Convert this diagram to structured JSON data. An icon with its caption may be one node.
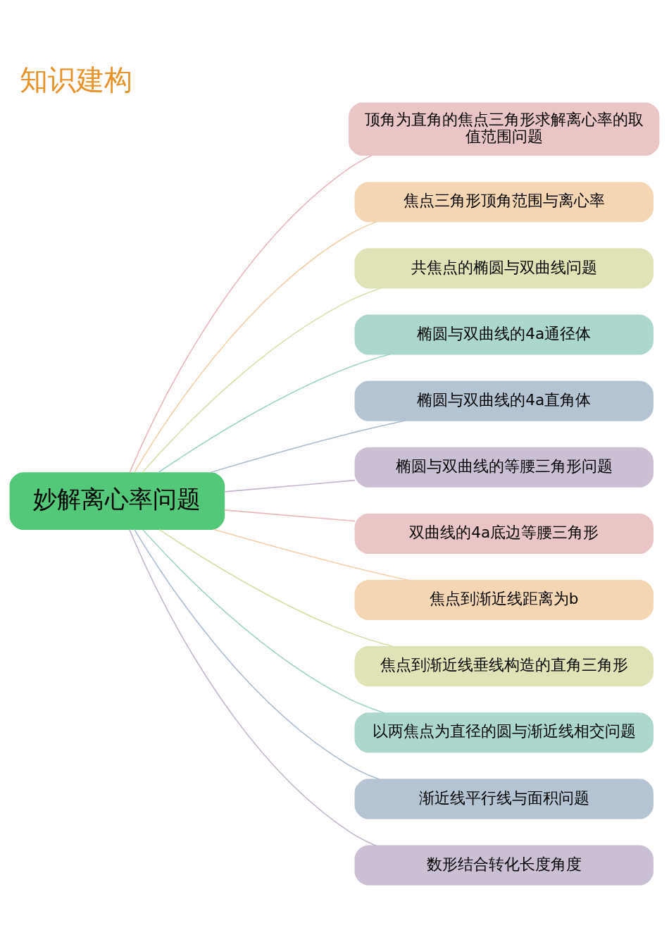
{
  "diagram": {
    "title": "知识建构",
    "nodes": [
      {
        "text": [
          "妙解离心率问题"
        ]
      },
      {
        "text": [
          "顶角为直角的焦点三角形求解离心率的取值范围问题"
        ]
      },
      {
        "text": [
          "焦点三角形顶角范围与离心率"
        ]
      },
      {
        "text": [
          "共焦点的椭圆与双曲线问题"
        ]
      },
      {
        "text": [
          "椭圆与双曲线的4a通径体"
        ]
      },
      {
        "text": [
          "椭圆与双曲线的4a直角体"
        ]
      },
      {
        "text": [
          "椭圆与双曲线的等腰三角形问题"
        ]
      },
      {
        "text": [
          "双曲线的4a底边等腰三角形"
        ]
      },
      {
        "text": [
          "焦点到渐近线距离为b"
        ]
      },
      {
        "text": [
          "焦点到渐近线垂线构造的直角三角形"
        ]
      },
      {
        "text": [
          "以两焦点为直径的圆与渐近线相交问题"
        ]
      },
      {
        "text": [
          "渐近线平行线与面积问题"
        ]
      },
      {
        "text": [
          "数形结合转化长度角度"
        ]
      }
    ],
    "edges": [
      {
        "from": 0,
        "to": 1,
        "arrow": "none",
        "color": "#e8b4b8"
      },
      {
        "from": 0,
        "to": 2,
        "arrow": "none",
        "color": "#f3cfa6"
      },
      {
        "from": 0,
        "to": 3,
        "arrow": "none",
        "color": "#d8dfa6"
      },
      {
        "from": 0,
        "to": 4,
        "arrow": "none",
        "color": "#9fd3c8"
      },
      {
        "from": 0,
        "to": 5,
        "arrow": "none",
        "color": "#aabbcf"
      },
      {
        "from": 0,
        "to": 6,
        "arrow": "none",
        "color": "#c4b5cd"
      },
      {
        "from": 0,
        "to": 7,
        "arrow": "none",
        "color": "#e8b4b8"
      },
      {
        "from": 0,
        "to": 8,
        "arrow": "none",
        "color": "#f3cfa6"
      },
      {
        "from": 0,
        "to": 9,
        "arrow": "none",
        "color": "#d8dfa6"
      },
      {
        "from": 0,
        "to": 10,
        "arrow": "none",
        "color": "#9fd3c8"
      },
      {
        "from": 0,
        "to": 11,
        "arrow": "none",
        "color": "#aabbcf"
      },
      {
        "from": 0,
        "to": 12,
        "arrow": "none",
        "color": "#c4b5cd"
      }
    ]
  }
}
